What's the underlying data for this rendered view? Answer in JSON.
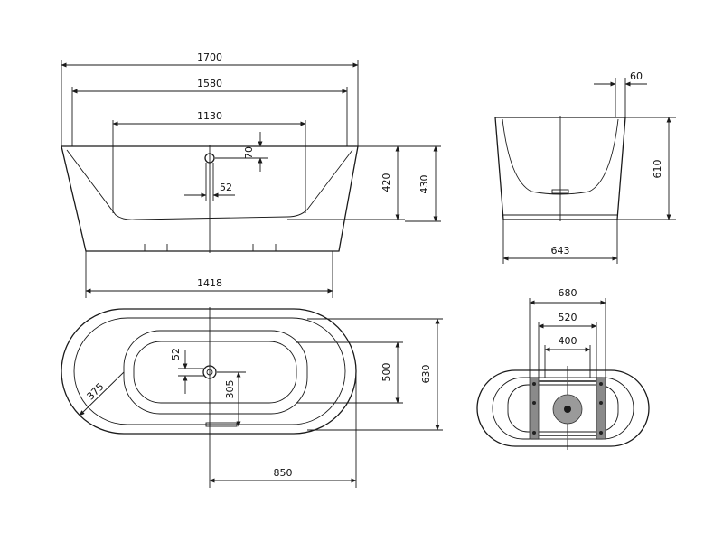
{
  "front_view": {
    "dim_overall_length": "1700",
    "dim_rim_inner_length": "1580",
    "dim_interior_length": "1130",
    "dim_overflow_height": "70",
    "dim_drain_diameter": "52",
    "dim_interior_depth": "420",
    "dim_overall_height": "430",
    "dim_base_length": "1418"
  },
  "side_view": {
    "dim_rim_thickness": "60",
    "dim_height": "610",
    "dim_width": "643"
  },
  "top_view": {
    "dim_drain_diameter": "52",
    "dim_corner_radius": "375",
    "dim_drain_offset": "305",
    "dim_half_length": "850",
    "dim_inner_width": "500",
    "dim_overall_width": "630"
  },
  "base_view": {
    "dim_frame_outer": "680",
    "dim_frame_middle": "520",
    "dim_frame_inner": "400"
  }
}
